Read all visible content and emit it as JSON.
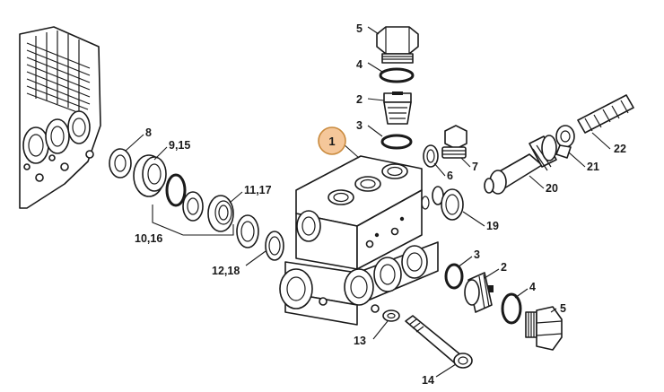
{
  "highlight": {
    "label": "1",
    "color": "#f5c79a"
  },
  "labels": {
    "top_plug": "5",
    "top_oring": "4",
    "top_valve": "2",
    "top_seal": "3",
    "part7": "7",
    "part6": "6",
    "part21": "21",
    "part22": "22",
    "part20": "20",
    "part19": "19",
    "part8": "8",
    "part9_15": "9,15",
    "part11_17": "11,17",
    "part10_16": "10,16",
    "part12_18": "12,18",
    "bot_seal": "3",
    "bot_valve": "2",
    "bot_oring": "4",
    "bot_plug": "5",
    "part13": "13",
    "part14": "14"
  }
}
